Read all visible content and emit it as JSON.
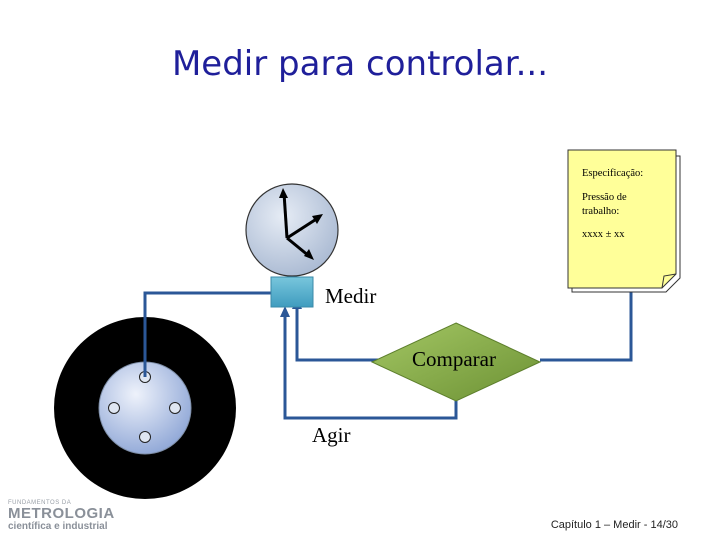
{
  "slide": {
    "title": "Medir para controlar...",
    "footer": "Capítulo 1 – Medir - 14/30"
  },
  "diagram": {
    "spec_note": {
      "line1": "Especificação:",
      "line2a": "Pressão de",
      "line2b": "trabalho:",
      "line3": "xxxx ± xx"
    },
    "labels": {
      "measure": "Medir",
      "compare": "Comparar",
      "act": "Agir"
    },
    "colors": {
      "tire": "#000000",
      "hub": "#b8c8e8",
      "gauge": "#c0cce0",
      "sensor": "#5ab4cf",
      "compare_diamond": "#8ab04a",
      "note": "#ffff99",
      "flow_line": "#2b5797"
    }
  },
  "logo": {
    "small": "FUNDAMENTOS DA",
    "big": "METROLOGIA",
    "sub": "científica e industrial"
  }
}
